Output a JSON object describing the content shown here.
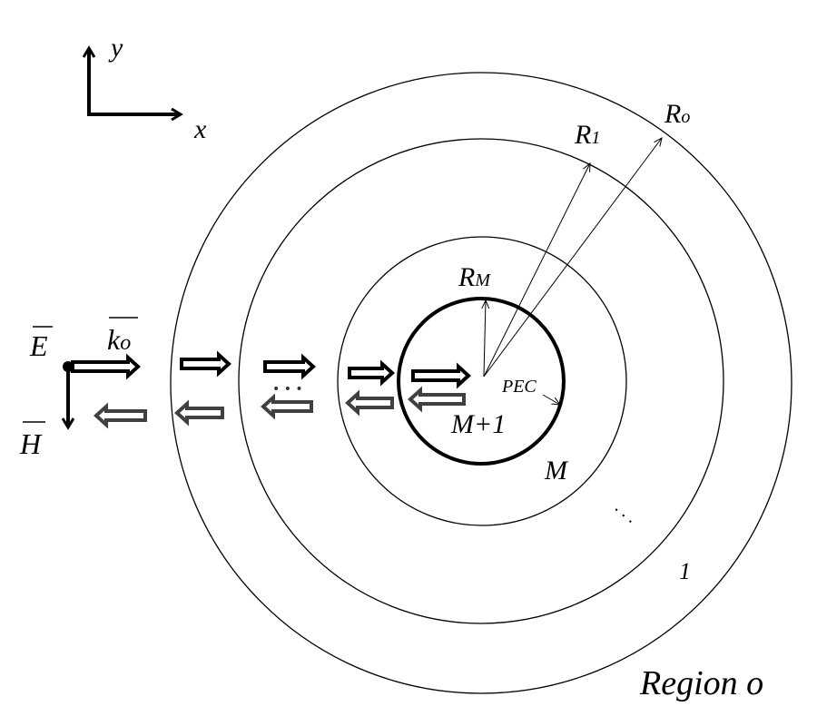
{
  "axes": {
    "x_label": "x",
    "y_label": "y"
  },
  "fields": {
    "e_label": "E",
    "h_label": "H",
    "k_label": "k",
    "k_sub": "o"
  },
  "radii": {
    "r0_main": "R",
    "r0_sub": "o",
    "r1_main": "R",
    "r1_sub": "1",
    "rm_main": "R",
    "rm_sub": "M"
  },
  "regions": {
    "pec": "PEC",
    "inner": "M+1",
    "m": "M",
    "ellipsis": "· · ·",
    "one": "1",
    "outer": "Region o",
    "dots": "• • •"
  },
  "colors": {
    "stroke": "#000000",
    "reflected": "#404040"
  }
}
